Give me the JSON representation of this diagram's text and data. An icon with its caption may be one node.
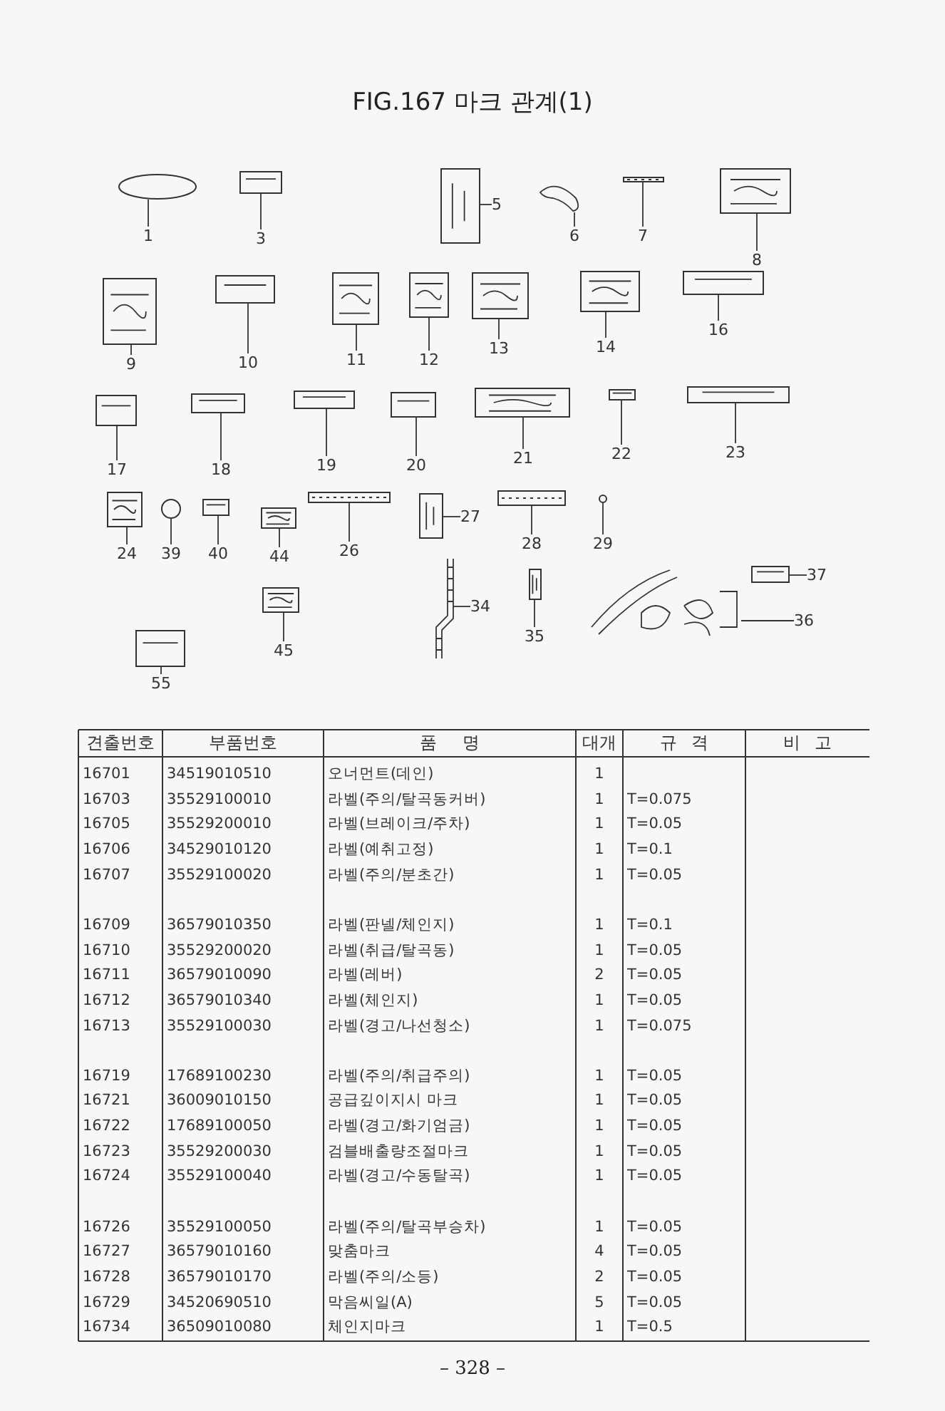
{
  "diagram": {
    "title": "FIG.167 마크 관계(1)",
    "nodes": [
      {
        "text": [],
        "shape": "circle"
      },
      {
        "text": [
          "1"
        ]
      },
      {
        "text": [],
        "shape": "picture"
      },
      {
        "text": [
          "3"
        ]
      },
      {
        "text": [],
        "shape": "picture"
      },
      {
        "text": [
          "5"
        ]
      },
      {
        "text": [],
        "shape": "picture"
      },
      {
        "text": [
          "6"
        ]
      },
      {
        "text": [],
        "shape": "picture"
      },
      {
        "text": [
          "7"
        ]
      },
      {
        "text": [],
        "shape": "picture"
      },
      {
        "text": [
          "8"
        ]
      },
      {
        "text": [],
        "shape": "picture"
      },
      {
        "text": [
          "9"
        ]
      },
      {
        "text": [],
        "shape": "picture"
      },
      {
        "text": [
          "10"
        ]
      },
      {
        "text": [],
        "shape": "picture"
      },
      {
        "text": [
          "11"
        ]
      },
      {
        "text": [],
        "shape": "picture"
      },
      {
        "text": [
          "12"
        ]
      },
      {
        "text": [],
        "shape": "picture"
      },
      {
        "text": [
          "13"
        ]
      },
      {
        "text": [],
        "shape": "picture"
      },
      {
        "text": [
          "14"
        ]
      },
      {
        "text": [],
        "shape": "picture"
      },
      {
        "text": [
          "16"
        ]
      },
      {
        "text": [],
        "shape": "picture"
      },
      {
        "text": [
          "17"
        ]
      },
      {
        "text": [],
        "shape": "picture"
      },
      {
        "text": [
          "18"
        ]
      },
      {
        "text": [],
        "shape": "picture"
      },
      {
        "text": [
          "19"
        ]
      },
      {
        "text": [],
        "shape": "picture"
      },
      {
        "text": [
          "20"
        ]
      },
      {
        "text": [],
        "shape": "picture"
      },
      {
        "text": [
          "21"
        ]
      },
      {
        "text": [],
        "shape": "picture"
      },
      {
        "text": [
          "22"
        ]
      },
      {
        "text": [],
        "shape": "picture"
      },
      {
        "text": [
          "23"
        ]
      },
      {
        "text": [],
        "shape": "picture"
      },
      {
        "text": [
          "24"
        ]
      },
      {
        "text": [],
        "shape": "circle"
      },
      {
        "text": [
          "39"
        ]
      },
      {
        "text": [],
        "shape": "picture"
      },
      {
        "text": [
          "40"
        ]
      },
      {
        "text": [],
        "shape": "picture"
      },
      {
        "text": [
          "44"
        ]
      },
      {
        "text": [],
        "shape": "picture"
      },
      {
        "text": [
          "26"
        ]
      },
      {
        "text": [],
        "shape": "picture"
      },
      {
        "text": [
          "27"
        ]
      },
      {
        "text": [],
        "shape": "picture"
      },
      {
        "text": [
          "28"
        ]
      },
      {
        "text": [],
        "shape": "circle"
      },
      {
        "text": [
          "29"
        ]
      },
      {
        "text": [],
        "shape": "picture"
      },
      {
        "text": [
          "45"
        ]
      },
      {
        "text": [],
        "shape": "picture"
      },
      {
        "text": [
          "34"
        ]
      },
      {
        "text": [],
        "shape": "picture"
      },
      {
        "text": [
          "35"
        ]
      },
      {
        "text": [],
        "shape": "picture"
      },
      {
        "text": [
          "37"
        ]
      },
      {
        "text": [],
        "shape": "picture"
      },
      {
        "text": [
          "36"
        ]
      },
      {
        "text": [],
        "shape": "picture"
      },
      {
        "text": [
          "55"
        ]
      }
    ],
    "edges": [
      {
        "from": 1,
        "to": 0,
        "arrow": "none"
      },
      {
        "from": 3,
        "to": 2,
        "arrow": "none"
      },
      {
        "from": 5,
        "to": 4,
        "arrow": "none"
      },
      {
        "from": 7,
        "to": 6,
        "arrow": "none"
      },
      {
        "from": 9,
        "to": 8,
        "arrow": "none"
      },
      {
        "from": 11,
        "to": 10,
        "arrow": "none"
      },
      {
        "from": 13,
        "to": 12,
        "arrow": "none"
      },
      {
        "from": 15,
        "to": 14,
        "arrow": "none"
      },
      {
        "from": 17,
        "to": 16,
        "arrow": "none"
      },
      {
        "from": 19,
        "to": 18,
        "arrow": "none"
      },
      {
        "from": 21,
        "to": 20,
        "arrow": "none"
      },
      {
        "from": 23,
        "to": 22,
        "arrow": "none"
      },
      {
        "from": 25,
        "to": 24,
        "arrow": "none"
      },
      {
        "from": 27,
        "to": 26,
        "arrow": "none"
      },
      {
        "from": 29,
        "to": 28,
        "arrow": "none"
      },
      {
        "from": 31,
        "to": 30,
        "arrow": "none"
      },
      {
        "from": 33,
        "to": 32,
        "arrow": "none"
      },
      {
        "from": 35,
        "to": 34,
        "arrow": "none"
      },
      {
        "from": 37,
        "to": 36,
        "arrow": "none"
      },
      {
        "from": 39,
        "to": 38,
        "arrow": "none"
      },
      {
        "from": 41,
        "to": 40,
        "arrow": "none"
      },
      {
        "from": 43,
        "to": 42,
        "arrow": "none"
      },
      {
        "from": 45,
        "to": 44,
        "arrow": "none"
      },
      {
        "from": 47,
        "to": 46,
        "arrow": "none"
      },
      {
        "from": 49,
        "to": 48,
        "arrow": "none"
      },
      {
        "from": 51,
        "to": 50,
        "arrow": "none"
      },
      {
        "from": 53,
        "to": 52,
        "arrow": "none"
      },
      {
        "from": 55,
        "to": 54,
        "arrow": "none"
      },
      {
        "from": 57,
        "to": 56,
        "arrow": "none"
      },
      {
        "from": 59,
        "to": 58,
        "arrow": "none"
      },
      {
        "from": 61,
        "to": 60,
        "arrow": "none"
      },
      {
        "from": 63,
        "to": 62,
        "arrow": "none"
      },
      {
        "from": 65,
        "to": 64,
        "arrow": "none"
      },
      {
        "from": 67,
        "to": 66,
        "arrow": "none"
      }
    ],
    "labels": [
      "견출번호",
      "부품번호",
      "품 명",
      "대개",
      "규 격",
      "비 고",
      "16701",
      "34519010510",
      "오너먼트(데인)",
      "1",
      "16703",
      "35529100010",
      "라벨(주의/탈곡동커버)",
      "1",
      "T=0.075",
      "16705",
      "35529200010",
      "라벨(브레이크/주차)",
      "1",
      "T=0.05",
      "16706",
      "34529010120",
      "라벨(예취고정)",
      "1",
      "T=0.1",
      "16707",
      "35529100020",
      "라벨(주의/분초간)",
      "1",
      "T=0.05",
      "16709",
      "36579010350",
      "라벨(판넬/체인지)",
      "1",
      "T=0.1",
      "16710",
      "35529200020",
      "라벨(취급/탈곡동)",
      "1",
      "T=0.05",
      "16711",
      "36579010090",
      "라벨(레버)",
      "2",
      "T=0.05",
      "16712",
      "36579010340",
      "라벨(체인지)",
      "1",
      "T=0.05",
      "16713",
      "35529100030",
      "라벨(경고/나선청소)",
      "1",
      "T=0.075",
      "16719",
      "17689100230",
      "라벨(주의/취급주의)",
      "1",
      "T=0.05",
      "16721",
      "36009010150",
      "공급깊이지시 마크",
      "1",
      "T=0.05",
      "16722",
      "17689100050",
      "라벨(경고/화기엄금)",
      "1",
      "T=0.05",
      "16723",
      "35529200030",
      "검블배출량조절마크",
      "1",
      "T=0.05",
      "16724",
      "35529100040",
      "라벨(경고/수동탈곡)",
      "1",
      "T=0.05",
      "16726",
      "35529100050",
      "라벨(주의/탈곡부승차)",
      "1",
      "T=0.05",
      "16727",
      "36579010160",
      "맞춤마크",
      "4",
      "T=0.05",
      "16728",
      "36579010170",
      "라벨(주의/소등)",
      "2",
      "T=0.05",
      "16729",
      "34520690510",
      "막음씨일(A)",
      "5",
      "T=0.05",
      "16734",
      "36509010080",
      "체인지마크",
      "1",
      "T=0.5",
      "– 328 –"
    ]
  }
}
